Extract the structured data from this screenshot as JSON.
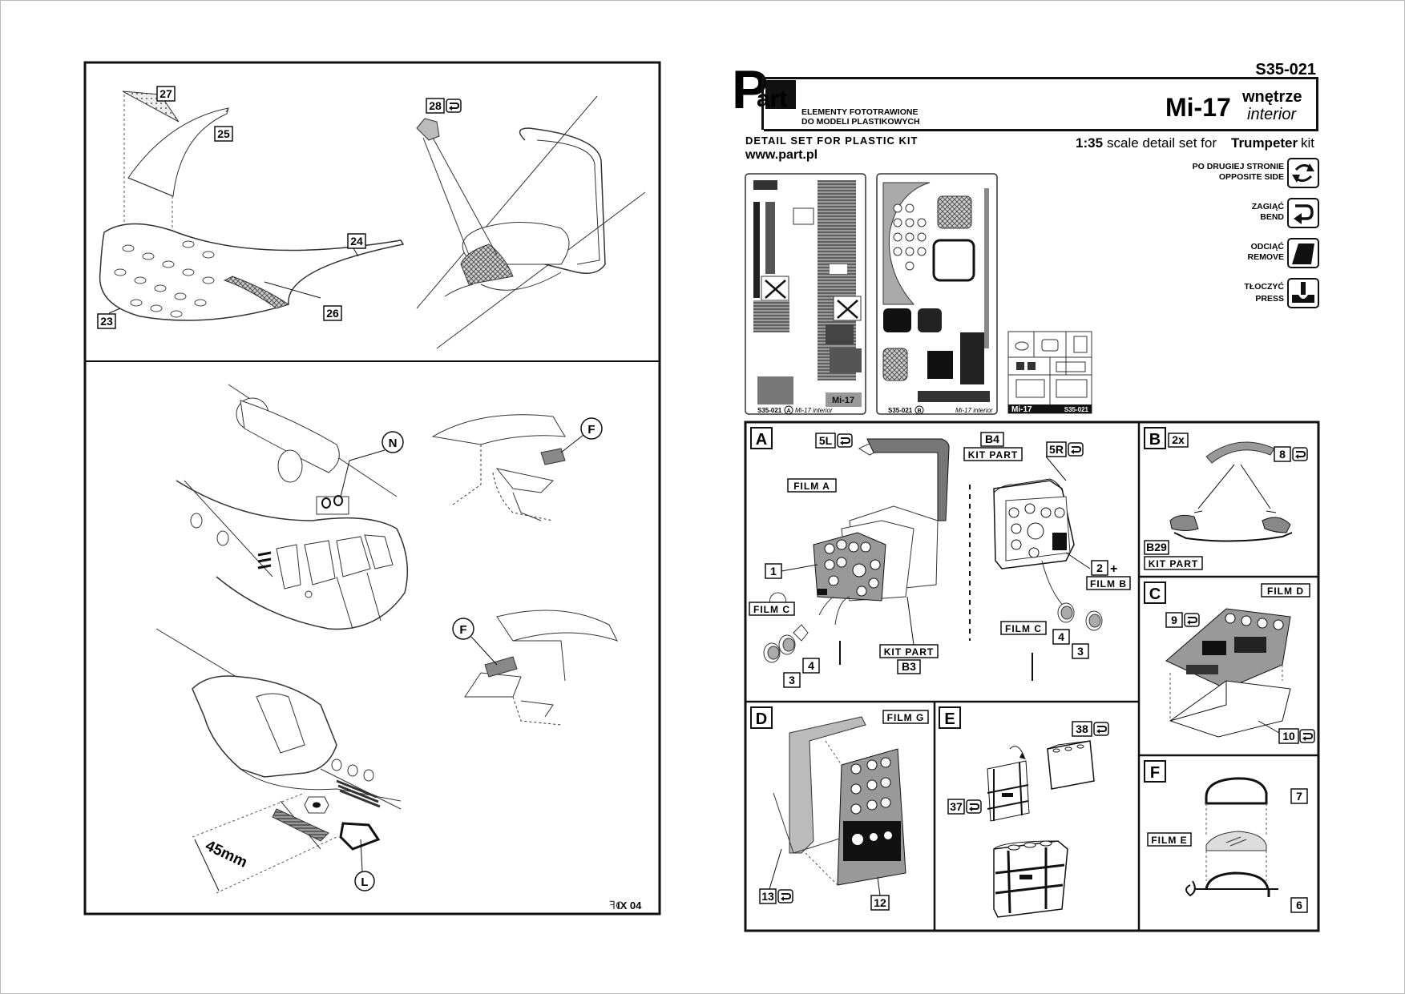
{
  "header": {
    "code": "S35-021",
    "brand_p": "P",
    "brand_art": "art",
    "brand_line1": "ELEMENTY FOTOTRAWIONE",
    "brand_line2": "DO MODELI PLASTIKOWYCH",
    "model": "Mi-17",
    "title_pl": "wnętrze",
    "title_en": "interior",
    "subtitle": "DETAIL SET FOR PLASTIC KIT",
    "website": "www.part.pl",
    "scale": "1:35",
    "scale_text": "scale detail set for",
    "kit_brand": "Trumpeter",
    "kit_word": "kit"
  },
  "legend": [
    {
      "pl": "PO DRUGIEJ STRONIE",
      "en": "OPPOSITE SIDE",
      "icon": "flip-icon"
    },
    {
      "pl": "ZAGIĄĆ",
      "en": "BEND",
      "icon": "bend-icon"
    },
    {
      "pl": "ODCIĄĆ",
      "en": "REMOVE",
      "icon": "remove-icon"
    },
    {
      "pl": "TŁOCZYĆ",
      "en": "PRESS",
      "icon": "press-icon"
    }
  ],
  "fret_a": {
    "code": "S35-021",
    "letter": "A",
    "label": "Mi-17 interior",
    "plate": "Mi-17"
  },
  "fret_b": {
    "code": "S35-021",
    "letter": "B",
    "label": "Mi-17 interior"
  },
  "film": {
    "name": "Mi-17",
    "code": "S35-021"
  },
  "left_panel": {
    "parts": [
      "27",
      "25",
      "28",
      "24",
      "23",
      "26"
    ],
    "markers": [
      "N",
      "F",
      "F",
      "L"
    ],
    "measure": "45mm",
    "footer": "IX 04"
  },
  "sections": {
    "A": {
      "title": "A",
      "labels": {
        "l5": "5L",
        "filmA": "FILM A",
        "b4": "B4",
        "kit1": "KIT PART",
        "r5": "5R",
        "p1": "1",
        "p2": "2",
        "plus": "+",
        "filmB": "FILM B",
        "filmC1": "FILM C",
        "p4a": "4",
        "p3a": "3",
        "kit2": "KIT PART",
        "b3": "B3",
        "filmC2": "FILM C",
        "p4b": "4",
        "p3b": "3"
      }
    },
    "B": {
      "title": "B",
      "mult": "2x",
      "p8": "8",
      "b29": "B29",
      "kit": "KIT PART"
    },
    "C": {
      "title": "C",
      "filmD": "FILM D",
      "p9": "9",
      "p10": "10"
    },
    "D": {
      "title": "D",
      "filmG": "FILM G",
      "p13": "13",
      "p12": "12"
    },
    "E": {
      "title": "E",
      "p38": "38",
      "p37": "37"
    },
    "F": {
      "title": "F",
      "p7": "7",
      "filmE": "FILM E",
      "p6": "6"
    }
  }
}
